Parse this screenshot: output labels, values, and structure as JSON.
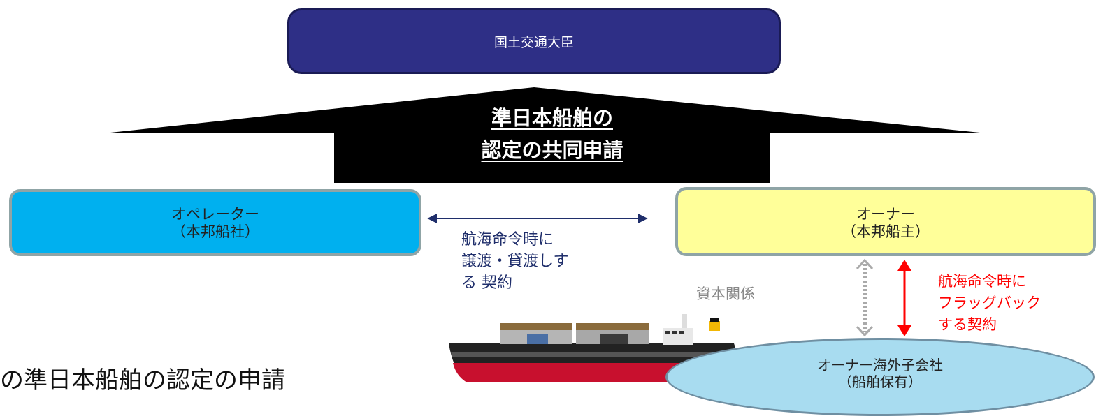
{
  "minister": {
    "label": "国土交通大臣"
  },
  "application": {
    "line1": "準日本船舶の",
    "line2": "認定の共同申請"
  },
  "operator": {
    "line1": "オペレーター",
    "line2": "（本邦船社）"
  },
  "owner": {
    "line1": "オーナー",
    "line2": "（本邦船主）"
  },
  "contract_transfer": {
    "line1": "航海命令時に",
    "line2": "譲渡・貸渡しす",
    "line3": "る 契約"
  },
  "capital_relation": {
    "label": "資本関係"
  },
  "flagback_contract": {
    "line1": "航海命令時に",
    "line2": "フラッグバック",
    "line3": "する契約"
  },
  "subsidiary": {
    "line1": "オーナー海外子会社",
    "line2": "（船舶保有）"
  },
  "bottom_caption": {
    "label": "の準日本船舶の認定の申請"
  },
  "colors": {
    "minister_bg": "#2e2f86",
    "operator_bg": "#00b0ef",
    "owner_bg": "#ffff99",
    "subsidiary_bg": "#a8dcf0",
    "flagback_text": "#ff0000",
    "contract_text": "#1f2e6b"
  }
}
